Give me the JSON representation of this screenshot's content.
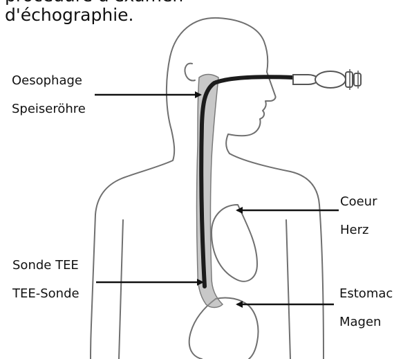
{
  "caption": {
    "line1": "procédure d'examen",
    "line2": "d'échographie."
  },
  "labels": {
    "oesophage_fr": "Oesophage",
    "oesophage_de": "Speiseröhre",
    "coeur_fr": "Coeur",
    "coeur_de": "Herz",
    "sonde_fr": "Sonde TEE",
    "sonde_de": "TEE-Sonde",
    "estomac_fr": "Estomac",
    "estomac_de": "Magen"
  },
  "colors": {
    "outline": "#6f6f6f",
    "tube": "#1c1c1c",
    "esophagus_fill": "#9a9a9a",
    "arrow": "#111111"
  }
}
